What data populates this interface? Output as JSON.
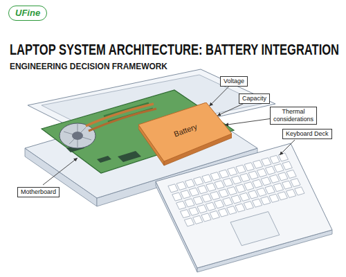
{
  "diagram": {
    "title": "LAPTOP SYSTEM ARCHITECTURE: BATTERY INTEGRATION",
    "nodes": [
      {
        "text": [
          "UFine"
        ]
      },
      {
        "text": [
          "Voltage"
        ]
      },
      {
        "text": [
          "Capacity"
        ]
      },
      {
        "text": [
          "Thermal considerations"
        ]
      },
      {
        "text": [
          "Battery"
        ]
      },
      {
        "text": [
          "Keyboard Deck"
        ]
      },
      {
        "text": [
          "Motherboard"
        ]
      }
    ],
    "edges": [
      {
        "from": 1,
        "to": 4,
        "arrow": "to"
      },
      {
        "from": 2,
        "to": 4,
        "arrow": "to"
      },
      {
        "from": 3,
        "to": 4,
        "arrow": "to"
      }
    ],
    "labels": [
      "ENGINEERING DECISION FRAMEWORK"
    ]
  }
}
